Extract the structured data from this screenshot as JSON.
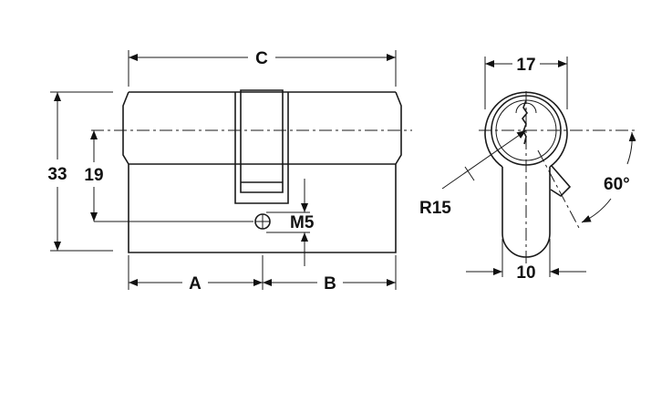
{
  "front_view": {
    "dim_overall_length": "C",
    "dim_left_length": "A",
    "dim_right_length": "B",
    "dim_height": "33",
    "dim_screw_offset": "19",
    "dim_screw_thread": "M5"
  },
  "side_view": {
    "dim_diameter": "17",
    "dim_radius": "R15",
    "dim_angle": "60°",
    "dim_width": "10"
  }
}
